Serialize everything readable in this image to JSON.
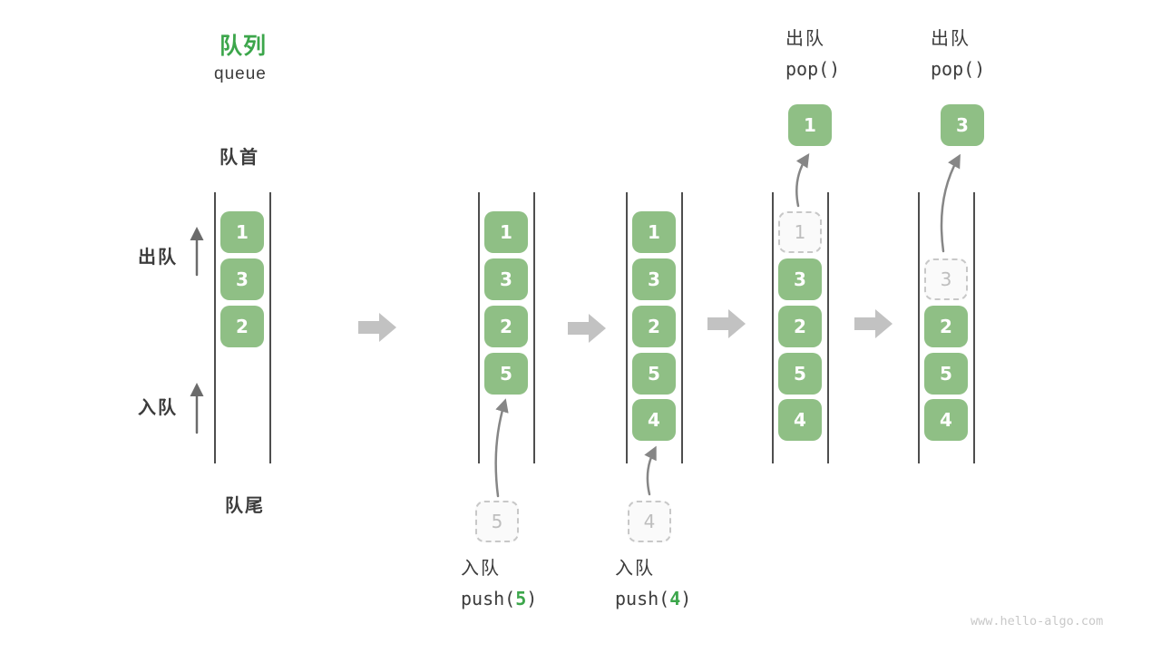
{
  "header": {
    "title_zh": "队列",
    "title_en": "queue"
  },
  "labels": {
    "front": "队首",
    "rear": "队尾",
    "dequeue_side": "出队",
    "enqueue_side": "入队"
  },
  "watermark": "www.hello-algo.com",
  "colors": {
    "accent_green": "#3CA64B",
    "box_green": "#8FBF85",
    "box_number": "#FFFFFF",
    "text_dark": "#3C3C3C",
    "container_line": "#4E4E4E",
    "dashed_border": "#C8C8C8",
    "dashed_number": "#BEBEBE",
    "thin_arrow": "#6B6B6B",
    "curve_arrow": "#868686",
    "flow_arrow": "#C2C2C2",
    "watermark_color": "#C8C8C8"
  },
  "states": [
    {
      "name": "initial",
      "cells": [
        {
          "value": "1",
          "kind": "solid",
          "slot": 0
        },
        {
          "value": "3",
          "kind": "solid",
          "slot": 1
        },
        {
          "value": "2",
          "kind": "solid",
          "slot": 2
        }
      ]
    },
    {
      "name": "after-push-5",
      "cells": [
        {
          "value": "1",
          "kind": "solid",
          "slot": 0
        },
        {
          "value": "3",
          "kind": "solid",
          "slot": 1
        },
        {
          "value": "2",
          "kind": "solid",
          "slot": 2
        },
        {
          "value": "5",
          "kind": "solid",
          "slot": 3
        }
      ],
      "staging": {
        "value": "5"
      },
      "op": {
        "label": "入队",
        "code": [
          {
            "text": "push(",
            "green": false
          },
          {
            "text": "5",
            "green": true
          },
          {
            "text": ")",
            "green": false
          }
        ]
      }
    },
    {
      "name": "after-push-4",
      "cells": [
        {
          "value": "1",
          "kind": "solid",
          "slot": 0
        },
        {
          "value": "3",
          "kind": "solid",
          "slot": 1
        },
        {
          "value": "2",
          "kind": "solid",
          "slot": 2
        },
        {
          "value": "5",
          "kind": "solid",
          "slot": 3
        },
        {
          "value": "4",
          "kind": "solid",
          "slot": 4
        }
      ],
      "staging": {
        "value": "4"
      },
      "op": {
        "label": "入队",
        "code": [
          {
            "text": "push(",
            "green": false
          },
          {
            "text": "4",
            "green": true
          },
          {
            "text": ")",
            "green": false
          }
        ]
      }
    },
    {
      "name": "after-pop-1",
      "cells": [
        {
          "value": "1",
          "kind": "dashed",
          "slot": 0
        },
        {
          "value": "3",
          "kind": "solid",
          "slot": 1
        },
        {
          "value": "2",
          "kind": "solid",
          "slot": 2
        },
        {
          "value": "5",
          "kind": "solid",
          "slot": 3
        },
        {
          "value": "4",
          "kind": "solid",
          "slot": 4
        }
      ],
      "popped": {
        "value": "1"
      },
      "op": {
        "label": "出队",
        "code": [
          {
            "text": "pop()",
            "green": false
          }
        ]
      }
    },
    {
      "name": "after-pop-3",
      "cells": [
        {
          "value": "3",
          "kind": "dashed",
          "slot": 1
        },
        {
          "value": "2",
          "kind": "solid",
          "slot": 2
        },
        {
          "value": "5",
          "kind": "solid",
          "slot": 3
        },
        {
          "value": "4",
          "kind": "solid",
          "slot": 4
        }
      ],
      "popped": {
        "value": "3"
      },
      "op": {
        "label": "出队",
        "code": [
          {
            "text": "pop()",
            "green": false
          }
        ]
      }
    }
  ]
}
